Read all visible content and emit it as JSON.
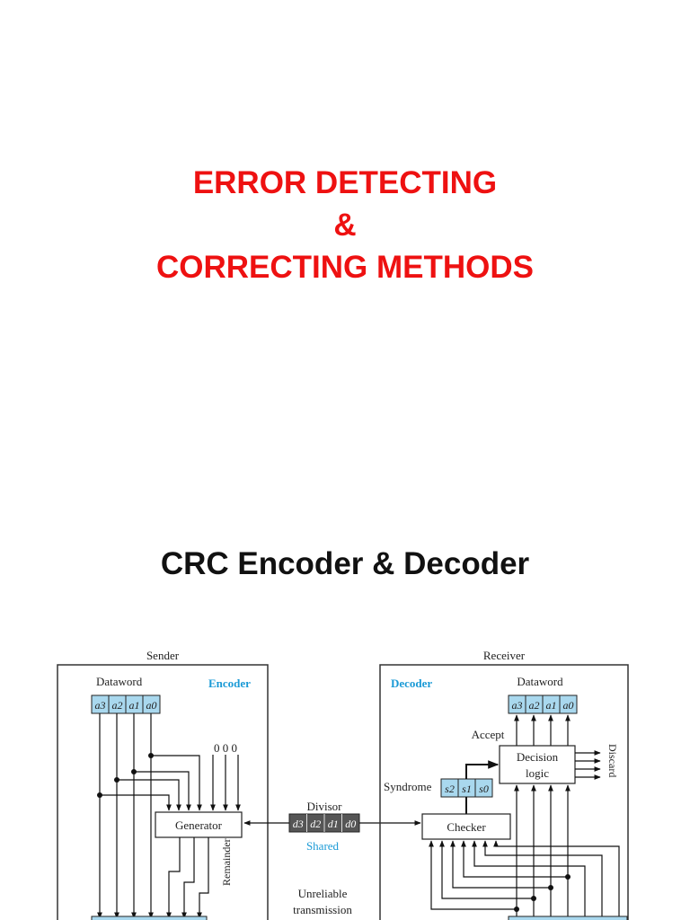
{
  "slide": {
    "title_lines": [
      "ERROR DETECTING",
      "&",
      "CORRECTING METHODS"
    ],
    "subtitle": "CRC Encoder & Decoder"
  },
  "diagram": {
    "sender_label": "Sender",
    "receiver_label": "Receiver",
    "encoder_label": "Encoder",
    "decoder_label": "Decoder",
    "dataword_label": "Dataword",
    "receiver_dataword_label": "Dataword",
    "dataword_cells": [
      "a3",
      "a2",
      "a1",
      "a0"
    ],
    "zeros_label": "0 0 0",
    "generator_label": "Generator",
    "remainder_label": "Remainder",
    "divisor_label": "Divisor",
    "divisor_cells": [
      "d3",
      "d2",
      "d1",
      "d0"
    ],
    "shared_label": "Shared",
    "unreliable_line1": "Unreliable",
    "unreliable_line2": "transmission",
    "accept_label": "Accept",
    "decision_line1": "Decision",
    "decision_line2": "logic",
    "discard_label": "Discard",
    "syndrome_label": "Syndrome",
    "syndrome_cells": [
      "s2",
      "s1",
      "s0"
    ],
    "checker_label": "Checker",
    "colors": {
      "cell_fill": "#a9d8ee",
      "divisor_fill": "#555555",
      "accent_blue": "#1a9ad6",
      "title_red": "#ee1111"
    }
  }
}
